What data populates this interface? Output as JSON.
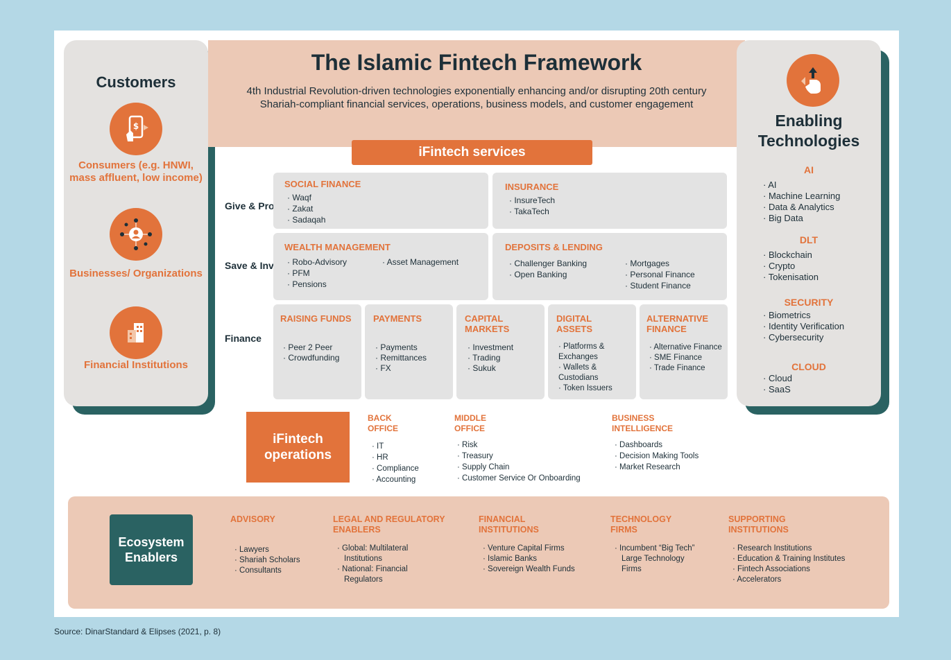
{
  "title": "The Islamic Fintech Framework",
  "subtitle": "4th Industrial Revolution-driven technologies exponentially enhancing and/or disrupting 20th century Shariah-compliant financial services, operations, business models, and customer engagement",
  "colors": {
    "orange": "#e2733b",
    "teal": "#2a6262",
    "peach": "#ecc9b6",
    "grey": "#e3e3e3",
    "background": "#b4d8e6"
  },
  "customers": {
    "title": "Customers",
    "items": [
      {
        "label": "Consumers (e.g. HNWI, mass affluent, low income)",
        "icon": "phone-payment-icon"
      },
      {
        "label": "Businesses/ Organizations",
        "icon": "network-person-icon"
      },
      {
        "label": "Financial Institutions",
        "icon": "building-icon"
      }
    ]
  },
  "enabling": {
    "title": "Enabling Technologies",
    "icon": "hand-touch-icon",
    "groups": [
      {
        "heading": "AI",
        "items": [
          "AI",
          "Machine Learning",
          "Data & Analytics",
          "Big Data"
        ]
      },
      {
        "heading": "DLT",
        "items": [
          "Blockchain",
          "Crypto",
          "Tokenisation"
        ]
      },
      {
        "heading": "SECURITY",
        "items": [
          "Biometrics",
          "Identity Verification",
          "Cybersecurity"
        ]
      },
      {
        "heading": "CLOUD",
        "items": [
          "Cloud",
          "SaaS"
        ]
      }
    ]
  },
  "services": {
    "label": "iFintech services",
    "rows": [
      "Give & Protect",
      "Save & Invest",
      "Finance"
    ],
    "social_finance": {
      "title": "SOCIAL FINANCE",
      "items": [
        "Waqf",
        "Zakat",
        "Sadaqah"
      ]
    },
    "insurance": {
      "title": "INSURANCE",
      "items": [
        "InsureTech",
        "TakaTech"
      ]
    },
    "wealth": {
      "title": "WEALTH MANAGEMENT",
      "col1": [
        "Robo-Advisory",
        "PFM",
        "Pensions"
      ],
      "col2": [
        "Asset Management"
      ]
    },
    "deposits": {
      "title": "DEPOSITS & LENDING",
      "col1": [
        "Challenger Banking",
        "Open Banking"
      ],
      "col2": [
        "Mortgages",
        "Personal Finance",
        "Student Finance"
      ]
    },
    "finance_boxes": [
      {
        "title": "RAISING FUNDS",
        "items": [
          "Peer 2 Peer",
          "Crowdfunding"
        ]
      },
      {
        "title": "PAYMENTS",
        "items": [
          "Payments",
          "Remittances",
          "FX"
        ]
      },
      {
        "title": "CAPITAL MARKETS",
        "items": [
          "Investment",
          "Trading",
          "Sukuk"
        ]
      },
      {
        "title": "DIGITAL ASSETS",
        "items": [
          "Platforms & Exchanges",
          "Wallets & Custodians",
          "Token Issuers"
        ]
      },
      {
        "title": "ALTERNATIVE FINANCE",
        "items": [
          "Alternative Finance",
          "SME Finance",
          "Trade Finance"
        ]
      }
    ]
  },
  "operations": {
    "label": "iFintech operations",
    "groups": [
      {
        "title": "BACK OFFICE",
        "items": [
          "IT",
          "HR",
          "Compliance",
          "Accounting"
        ]
      },
      {
        "title": "MIDDLE OFFICE",
        "items": [
          "Risk",
          "Treasury",
          "Supply Chain",
          "Customer Service Or Onboarding"
        ]
      },
      {
        "title": "BUSINESS INTELLIGENCE",
        "items": [
          "Dashboards",
          "Decision Making Tools",
          "Market Research"
        ]
      }
    ]
  },
  "ecosystem": {
    "label": "Ecosystem Enablers",
    "groups": [
      {
        "title": "ADVISORY",
        "items": [
          "Lawyers",
          "Shariah Scholars",
          "Consultants"
        ]
      },
      {
        "title": "LEGAL AND REGULATORY ENABLERS",
        "items": [
          "Global: Multilateral Institutions",
          "National: Financial Regulators"
        ]
      },
      {
        "title": "FINANCIAL INSTITUTIONS",
        "items": [
          "Venture Capital Firms",
          "Islamic Banks",
          "Sovereign Wealth Funds"
        ]
      },
      {
        "title": "TECHNOLOGY FIRMS",
        "items": [
          "Incumbent “Big Tech” Large Technology Firms"
        ]
      },
      {
        "title": "SUPPORTING INSTITUTIONS",
        "items": [
          "Research Institutions",
          "Education & Training Institutes",
          "Fintech Associations",
          "Accelerators"
        ]
      }
    ]
  },
  "source": "Source: DinarStandard & Elipses (2021, p. 8)"
}
